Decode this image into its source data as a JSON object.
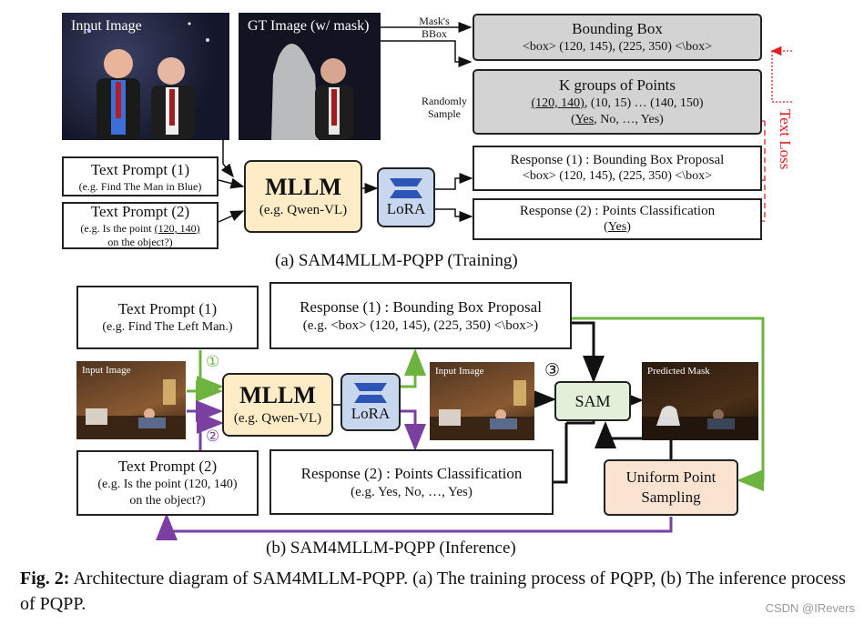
{
  "training": {
    "input_image_label": "Input Image",
    "gt_image_label": "GT Image (w/ mask)",
    "mask_bbox_label": [
      "Mask's",
      "BBox"
    ],
    "random_sample_label": [
      "Randomly",
      "Sample"
    ],
    "bbox_box": {
      "title": "Bounding Box",
      "content": "<box> (120, 145), (225, 350) <\\box>"
    },
    "points_box": {
      "title": "K groups of Points",
      "first_point": "(120, 140)",
      "rest_points": ", (10, 15) … (140, 150)",
      "first_answer": "Yes",
      "rest_answers": ", No, …, Yes)"
    },
    "text_prompt_1": {
      "title": "Text Prompt (1)",
      "example": "(e.g. Find The Man in Blue)"
    },
    "text_prompt_2": {
      "title": "Text Prompt (2)",
      "example_prefix": "(e.g. Is the point ",
      "example_point": "(120, 140)",
      "example_suffix": "on the object?)"
    },
    "mllm": {
      "title": "MLLM",
      "subtitle": "(e.g. Qwen-VL)"
    },
    "lora": {
      "label": "LoRA"
    },
    "response_1": {
      "title": "Response (1) : Bounding Box Proposal",
      "content": "<box> (120, 145), (225, 350) <\\box>"
    },
    "response_2": {
      "title": "Response (2) : Points Classification",
      "content": "Yes"
    },
    "text_loss": "Text Loss",
    "caption": "(a) SAM4MLLM-PQPP (Training)"
  },
  "inference": {
    "text_prompt_1": {
      "title": "Text Prompt (1)",
      "example": "(e.g. Find The Left Man.)"
    },
    "text_prompt_2": {
      "title": "Text Prompt (2)",
      "example_line1": "(e.g. Is the point (120, 140)",
      "example_line2": "on the object?)"
    },
    "input_image_label": "Input Image",
    "input_image_label_2": "Input Image",
    "predicted_mask_label": "Predicted Mask",
    "mllm": {
      "title": "MLLM",
      "subtitle": "(e.g. Qwen-VL)"
    },
    "lora": {
      "label": "LoRA"
    },
    "response_1": {
      "title": "Response (1) : Bounding Box Proposal",
      "content": "(e.g. <box> (120, 145), (225, 350) <\\box>)"
    },
    "response_2": {
      "title": "Response (2) : Points Classification",
      "content": "(e.g. Yes, No, …, Yes)"
    },
    "sam": "SAM",
    "uniform_sampling": [
      "Uniform Point",
      "Sampling"
    ],
    "step_1": "①",
    "step_2": "②",
    "step_3": "③",
    "caption": "(b) SAM4MLLM-PQPP (Inference)"
  },
  "figure_caption": {
    "label": "Fig. 2:",
    "text": " Architecture diagram of SAM4MLLM-PQPP. (a) The training process of PQPP, (b) The inference process of PQPP."
  },
  "watermark": "CSDN @IRevers",
  "colors": {
    "green_arrow": "#6db33f",
    "purple_arrow": "#7a3fa0",
    "red_loss": "#e02020",
    "mllm_fill": "#fdecc6",
    "lora_fill": "#c9d7ee",
    "sam_fill": "#e3efd9",
    "sampling_fill": "#fbe3d2",
    "gray_box": "#d3d3d3"
  }
}
